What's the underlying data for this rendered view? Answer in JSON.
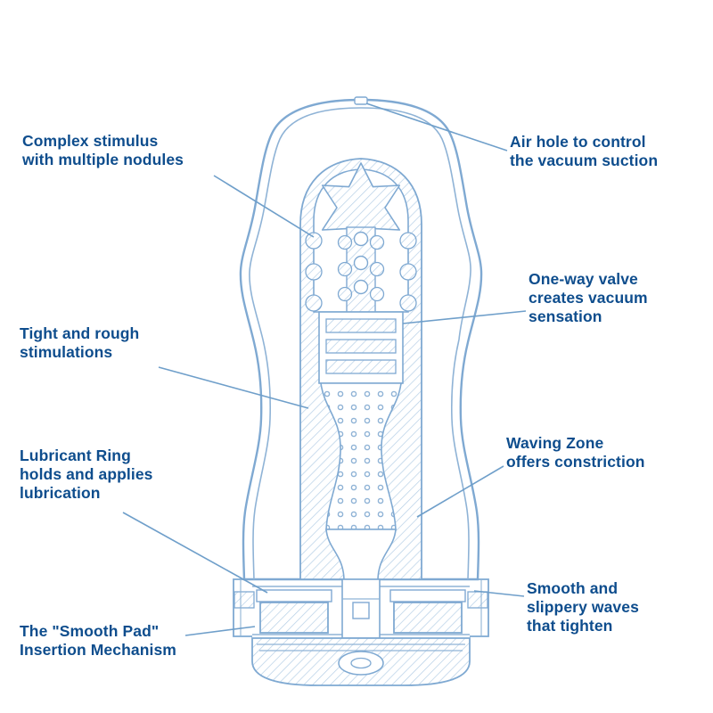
{
  "colors": {
    "label_text": "#0e4d8d",
    "line_art": "#7fa9d2",
    "leader_line": "#6f9fca",
    "hatch": "#b5cfe6",
    "background": "#ffffff"
  },
  "labels": [
    {
      "name": "complex-stimulus",
      "lines": [
        "Complex stimulus",
        "with multiple nodules"
      ]
    },
    {
      "name": "air-hole",
      "lines": [
        "Air hole to control",
        "the vacuum suction"
      ]
    },
    {
      "name": "one-way-valve",
      "lines": [
        "One-way valve",
        "creates vacuum",
        "sensation"
      ]
    },
    {
      "name": "tight-rough",
      "lines": [
        "Tight and rough",
        "stimulations"
      ]
    },
    {
      "name": "waving-zone",
      "lines": [
        "Waving Zone",
        "offers constriction"
      ]
    },
    {
      "name": "lubricant-ring",
      "lines": [
        "Lubricant Ring",
        "holds and applies",
        "lubrication"
      ]
    },
    {
      "name": "smooth-waves",
      "lines": [
        "Smooth and",
        "slippery waves",
        "that tighten"
      ]
    },
    {
      "name": "smooth-pad",
      "lines": [
        "The \"Smooth Pad\"",
        "Insertion Mechanism"
      ]
    }
  ]
}
